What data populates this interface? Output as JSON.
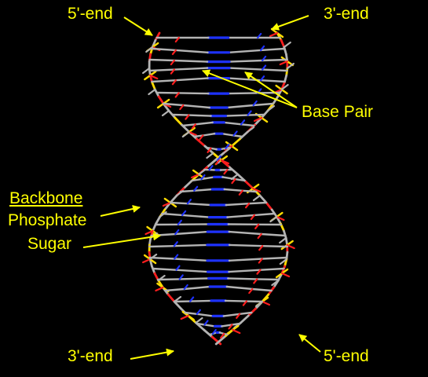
{
  "labels": {
    "top_left_end": "5'-end",
    "top_right_end": "3'-end",
    "base_pair": "Base Pair",
    "backbone": "Backbone",
    "phosphate": "Phosphate",
    "sugar": "Sugar",
    "bottom_left_end": "3'-end",
    "bottom_right_end": "5'-end"
  },
  "colors": {
    "background": "#000000",
    "label": "#ffff00",
    "carbon": "#b4b4b4",
    "oxygen": "#ff1e1e",
    "nitrogen": "#1e32ff",
    "phosphorus": "#ffdc00"
  }
}
